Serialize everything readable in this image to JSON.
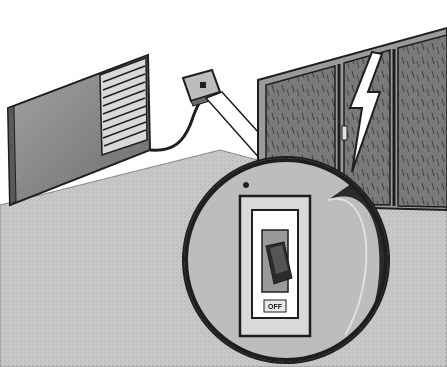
{
  "scene": {
    "kind": "illustration",
    "style": "grayscale technical line drawing",
    "elements": [
      "air-conditioner",
      "power-cord",
      "wall-outlet-box",
      "window-with-rain",
      "lightning-bolt",
      "zoom-callout",
      "breaker-switch"
    ],
    "switch_label": "OFF"
  },
  "colors": {
    "paper": "#ffffff",
    "ink": "#1e1e1e",
    "floor": "#cfcfcf",
    "wall": "#b8b8b8",
    "unit_face": "#8f8f8f",
    "rain_glass": "#6f6f6f",
    "bolt": "#ffffff"
  }
}
